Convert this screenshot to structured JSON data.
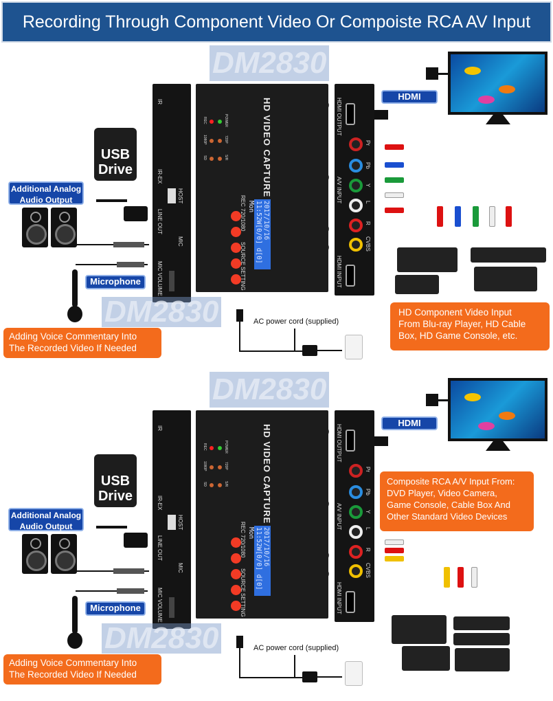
{
  "header": {
    "title": "Recording Through Component Video Or Compoiste RCA AV Input"
  },
  "device": {
    "title": "HD VIDEO CAPTURE",
    "lcd_line1": "2017/10/16 11:52",
    "lcd_line2": "W[0/0] d[0] Mon",
    "led_labels": [
      "POWER",
      "REC",
      "1080P",
      "720P",
      "SD",
      "S/R"
    ],
    "button_labels": [
      "REC 720/1080",
      "SOURCE",
      "SETTING"
    ],
    "left_ports": [
      "IR",
      "IR-EX",
      "HOST",
      "LINE OUT",
      "MIC",
      "MIC VOLUME"
    ],
    "right_ports": [
      "HDMI OUTPUT",
      "Pr",
      "Pb",
      "Y",
      "A/V INPUT",
      "L",
      "R",
      "CVBS",
      "HDMI INPUT"
    ]
  },
  "watermark": "DM2830",
  "labels": {
    "hdmi_output": "HDMI Output",
    "usb_drive_line1": "USB",
    "usb_drive_line2": "Drive",
    "analog_audio_line1": "Additional Analog",
    "analog_audio_line2": "Audio Output",
    "microphone": "Microphone",
    "voice_line1": "Adding Voice Commentary Into",
    "voice_line2": "The Recorded Video If Needed",
    "ac_power": "AC power cord (supplied)"
  },
  "panels": [
    {
      "input_callout": [
        "HD Component Video Input",
        "From Blu-ray Player, HD Cable",
        "Box, HD Game Console, etc."
      ]
    },
    {
      "input_callout": [
        "Composite RCA A/V Input From:",
        "DVD Player, Video Camera,",
        "Game Console, Cable Box And",
        "Other Standard Video Devices"
      ]
    }
  ],
  "colors": {
    "header": "#1e5390",
    "label_blue": "#1646a8",
    "label_orange": "#f36b1c",
    "button_red": "#f23b25",
    "lcd": "#2f6fe0"
  }
}
